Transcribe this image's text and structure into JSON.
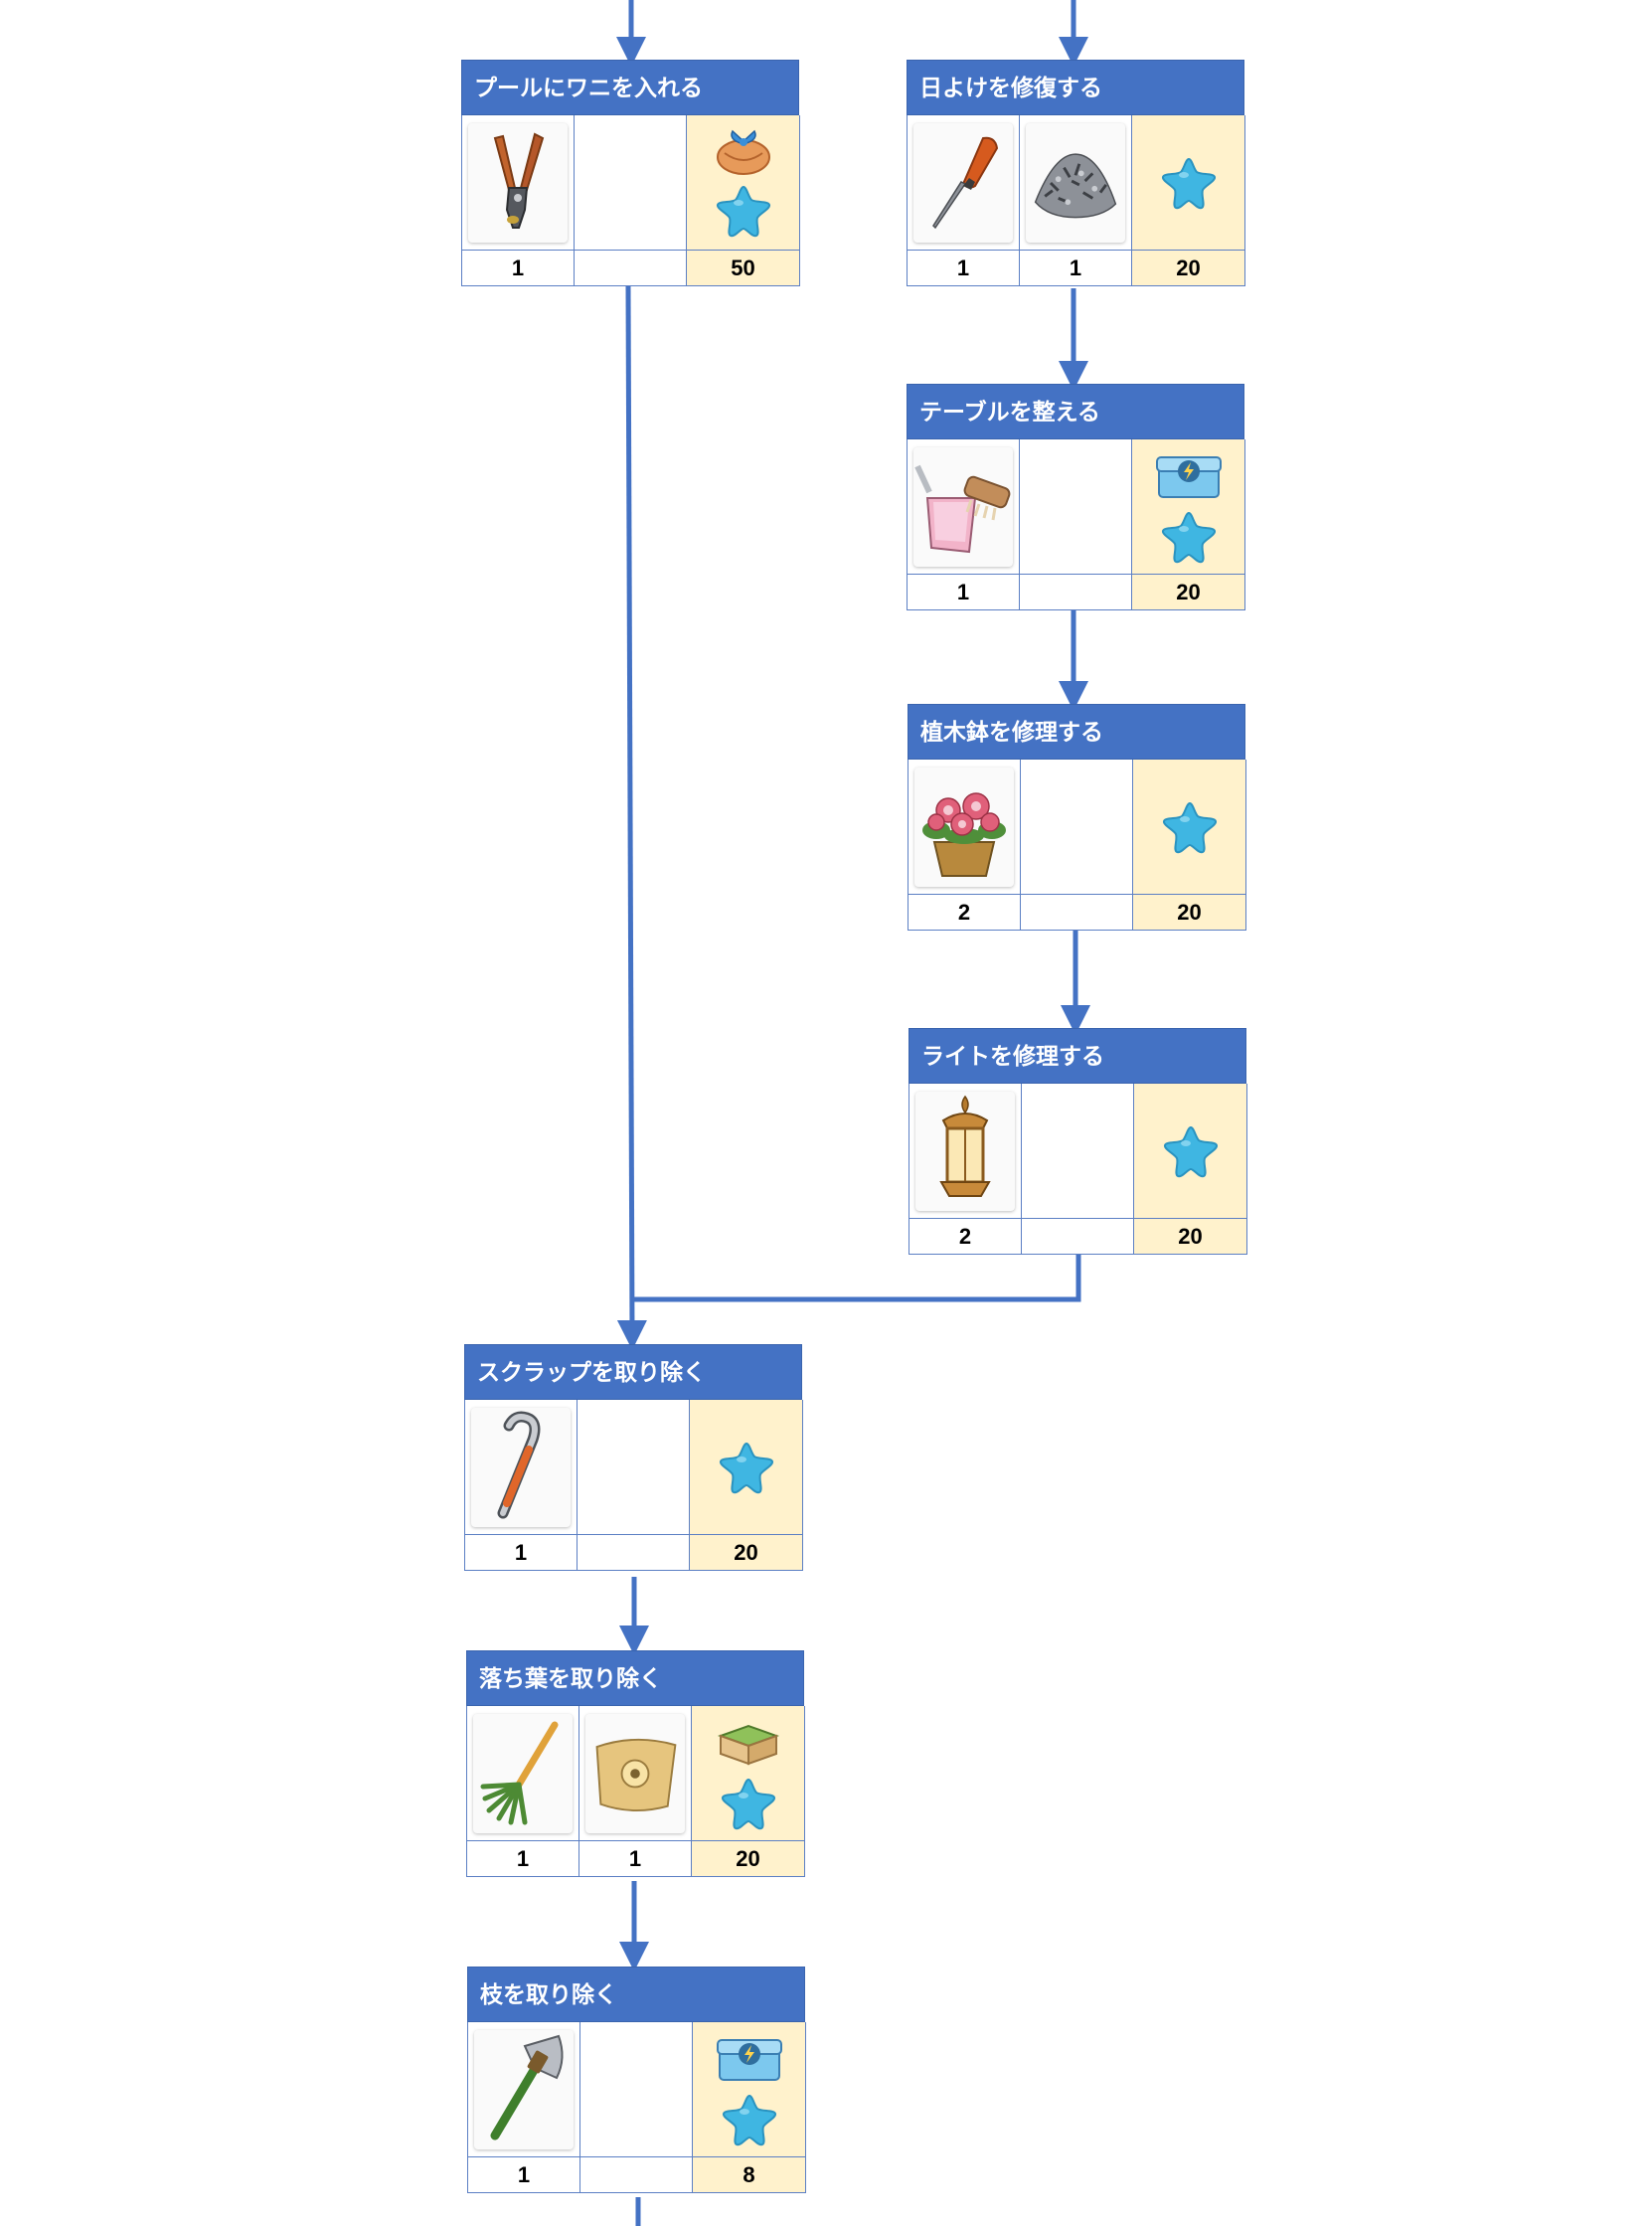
{
  "colors": {
    "header": "#4472c4",
    "arrow": "#4472c4",
    "reward_bg": "#fff2cc",
    "star": "#3fb6e2"
  },
  "tasks": [
    {
      "title": "プールにワニを入れる",
      "items": [
        {
          "icon": "pliers-icon",
          "qty": "1"
        },
        {
          "icon": "",
          "qty": ""
        }
      ],
      "rewards": [
        "gift-pouch-icon",
        "star-icon"
      ],
      "reward_value": "50"
    },
    {
      "title": "日よけを修復する",
      "items": [
        {
          "icon": "screwdriver-icon",
          "qty": "1"
        },
        {
          "icon": "screws-pile-icon",
          "qty": "1"
        }
      ],
      "rewards": [
        "star-icon"
      ],
      "reward_value": "20"
    },
    {
      "title": "テーブルを整える",
      "items": [
        {
          "icon": "dustpan-brush-icon",
          "qty": "1"
        },
        {
          "icon": "",
          "qty": ""
        }
      ],
      "rewards": [
        "energy-chest-icon",
        "star-icon"
      ],
      "reward_value": "20"
    },
    {
      "title": "植木鉢を修理する",
      "items": [
        {
          "icon": "flower-pot-icon",
          "qty": "2"
        },
        {
          "icon": "",
          "qty": ""
        }
      ],
      "rewards": [
        "star-icon"
      ],
      "reward_value": "20"
    },
    {
      "title": "ライトを修理する",
      "items": [
        {
          "icon": "lantern-icon",
          "qty": "2"
        },
        {
          "icon": "",
          "qty": ""
        }
      ],
      "rewards": [
        "star-icon"
      ],
      "reward_value": "20"
    },
    {
      "title": "スクラップを取り除く",
      "items": [
        {
          "icon": "crowbar-icon",
          "qty": "1"
        },
        {
          "icon": "",
          "qty": ""
        }
      ],
      "rewards": [
        "star-icon"
      ],
      "reward_value": "20"
    },
    {
      "title": "落ち葉を取り除く",
      "items": [
        {
          "icon": "rake-icon",
          "qty": "1"
        },
        {
          "icon": "fertilizer-bag-icon",
          "qty": "1"
        }
      ],
      "rewards": [
        "grass-box-icon",
        "star-icon"
      ],
      "reward_value": "20"
    },
    {
      "title": "枝を取り除く",
      "items": [
        {
          "icon": "hatchet-icon",
          "qty": "1"
        },
        {
          "icon": "",
          "qty": ""
        }
      ],
      "rewards": [
        "energy-chest-icon",
        "star-icon"
      ],
      "reward_value": "8"
    }
  ]
}
